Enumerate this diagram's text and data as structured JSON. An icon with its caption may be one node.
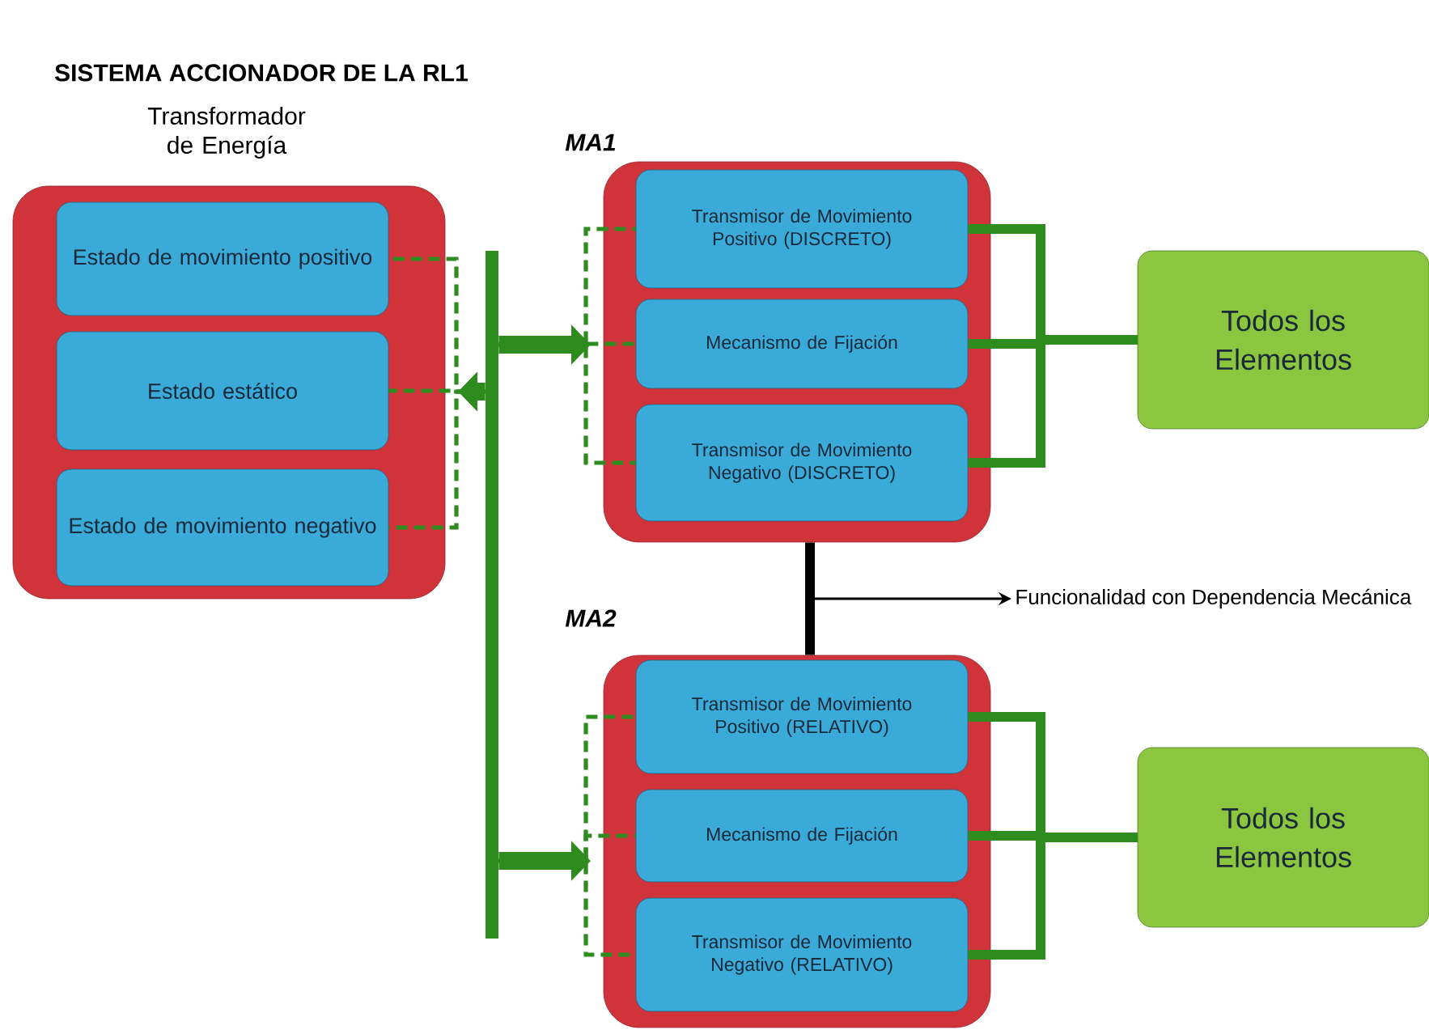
{
  "diagram": {
    "title": "SISTEMA ACCIONADOR DE LA RL1",
    "nodes": [
      {
        "text": [
          "Transformador de Energía"
        ]
      },
      {
        "text": [
          "Estado de movimiento positivo"
        ],
        "in": 0
      },
      {
        "text": [
          "Estado estático"
        ],
        "in": 0
      },
      {
        "text": [
          "Estado de movimiento negativo"
        ],
        "in": 0
      },
      {
        "text": [
          "MA1"
        ]
      },
      {
        "text": [
          "Transmisor de Movimiento Positivo (DISCRETO)"
        ],
        "in": 4
      },
      {
        "text": [
          "Mecanismo de Fijación"
        ],
        "in": 4
      },
      {
        "text": [
          "Transmisor de Movimiento Negativo (DISCRETO)"
        ],
        "in": 4
      },
      {
        "text": [
          "MA2"
        ]
      },
      {
        "text": [
          "Transmisor de Movimiento Positivo (RELATIVO)"
        ],
        "in": 8
      },
      {
        "text": [
          "Mecanismo de Fijación"
        ],
        "in": 8
      },
      {
        "text": [
          "Transmisor de Movimiento Negativo (RELATIVO)"
        ],
        "in": 8
      },
      {
        "text": [
          "Todos los Elementos"
        ]
      },
      {
        "text": [
          "Todos los Elementos"
        ]
      },
      {
        "text": [
          "Funcionalidad con Dependencia Mecánica"
        ]
      },
      {
        "text": [],
        "shape": "bar"
      }
    ],
    "edges": [
      {
        "from": 15,
        "to": 1,
        "arrow": "none",
        "style": "dashed"
      },
      {
        "from": 15,
        "to": 2,
        "arrow": "none",
        "style": "dashed"
      },
      {
        "from": 15,
        "to": 3,
        "arrow": "none",
        "style": "dashed"
      },
      {
        "from": 15,
        "to": 5,
        "arrow": "none",
        "style": "dashed"
      },
      {
        "from": 15,
        "to": 6,
        "arrow": "none",
        "style": "dashed"
      },
      {
        "from": 15,
        "to": 7,
        "arrow": "none",
        "style": "dashed"
      },
      {
        "from": 15,
        "to": 9,
        "arrow": "none",
        "style": "dashed"
      },
      {
        "from": 15,
        "to": 10,
        "arrow": "none",
        "style": "dashed"
      },
      {
        "from": 15,
        "to": 11,
        "arrow": "none",
        "style": "dashed"
      },
      {
        "from": 15,
        "to": 0,
        "arrow": "to",
        "style": "thick"
      },
      {
        "from": 15,
        "to": 4,
        "arrow": "to",
        "style": "thick"
      },
      {
        "from": 15,
        "to": 8,
        "arrow": "to",
        "style": "thick"
      },
      {
        "from": 5,
        "to": 12,
        "arrow": "none",
        "style": "thick"
      },
      {
        "from": 6,
        "to": 12,
        "arrow": "none",
        "style": "thick"
      },
      {
        "from": 7,
        "to": 12,
        "arrow": "none",
        "style": "thick"
      },
      {
        "from": 9,
        "to": 13,
        "arrow": "none",
        "style": "thick"
      },
      {
        "from": 10,
        "to": 13,
        "arrow": "none",
        "style": "thick"
      },
      {
        "from": 11,
        "to": 13,
        "arrow": "none",
        "style": "thick"
      },
      {
        "from": 4,
        "to": 8,
        "arrow": "none",
        "style": "thick",
        "color": "#000000"
      },
      {
        "from": null,
        "to": 14,
        "arrow": "to",
        "color": "#000000"
      }
    ]
  }
}
